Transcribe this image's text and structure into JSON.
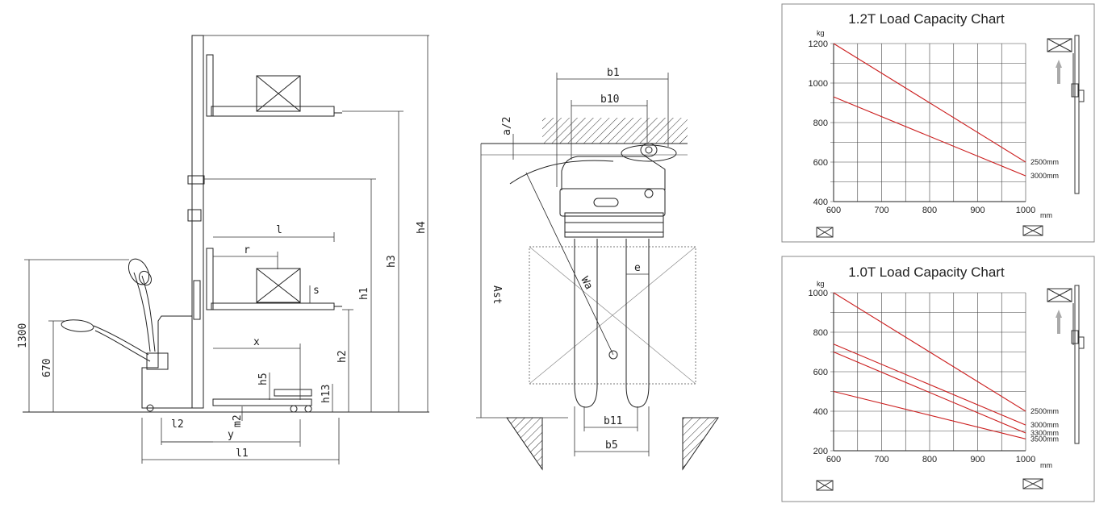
{
  "side_view": {
    "labels": {
      "l": "l",
      "r": "r",
      "s": "s",
      "x": "x",
      "y": "y",
      "l1": "l1",
      "l2": "l2",
      "m2": "m2",
      "h1": "h1",
      "h2": "h2",
      "h3": "h3",
      "h4": "h4",
      "h5": "h5",
      "h13": "h13",
      "v1300": "1300",
      "v670": "670"
    }
  },
  "top_view": {
    "labels": {
      "b1": "b1",
      "b10": "b10",
      "b11": "b11",
      "b5": "b5",
      "e": "e",
      "a2": "a/2",
      "ast": "Ast",
      "wa": "Wa"
    }
  },
  "chart_data": [
    {
      "type": "line",
      "title": "1.2T Load Capacity Chart",
      "ylabel": "kg",
      "xlabel": "mm",
      "x": [
        600,
        1000
      ],
      "xlim": [
        600,
        1000
      ],
      "ylim": [
        400,
        1200
      ],
      "xticks": [
        600,
        700,
        800,
        900,
        1000
      ],
      "yticks": [
        400,
        600,
        800,
        1000,
        1200
      ],
      "grid": true,
      "line_color": "#cc1f1f",
      "series": [
        {
          "name": "2500mm",
          "values": [
            1200,
            600
          ]
        },
        {
          "name": "3000mm",
          "values": [
            930,
            530
          ]
        }
      ]
    },
    {
      "type": "line",
      "title": "1.0T Load Capacity Chart",
      "ylabel": "kg",
      "xlabel": "mm",
      "x": [
        600,
        1000
      ],
      "xlim": [
        600,
        1000
      ],
      "ylim": [
        200,
        1000
      ],
      "xticks": [
        600,
        700,
        800,
        900,
        1000
      ],
      "yticks": [
        200,
        400,
        600,
        800,
        1000
      ],
      "grid": true,
      "line_color": "#cc1f1f",
      "series": [
        {
          "name": "2500mm",
          "values": [
            1000,
            400
          ]
        },
        {
          "name": "3000mm",
          "values": [
            740,
            330
          ]
        },
        {
          "name": "3300mm",
          "values": [
            700,
            290
          ]
        },
        {
          "name": "3500mm",
          "values": [
            500,
            260
          ]
        }
      ]
    }
  ]
}
